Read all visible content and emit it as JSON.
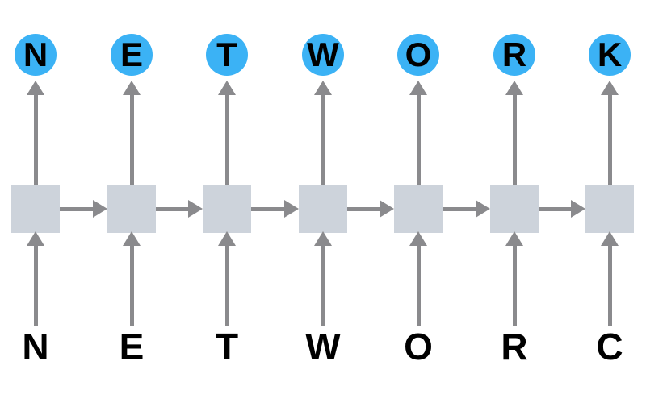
{
  "columns": [
    {
      "input": "N",
      "output": "N"
    },
    {
      "input": "E",
      "output": "E"
    },
    {
      "input": "T",
      "output": "T"
    },
    {
      "input": "W",
      "output": "W"
    },
    {
      "input": "O",
      "output": "O"
    },
    {
      "input": "R",
      "output": "R"
    },
    {
      "input": "C",
      "output": "K"
    }
  ],
  "colors": {
    "output_circle": "#3bb2f5",
    "cell_fill": "#cdd3db",
    "arrow": "#8a8a8d",
    "letter": "#000000",
    "background": "#ffffff"
  }
}
